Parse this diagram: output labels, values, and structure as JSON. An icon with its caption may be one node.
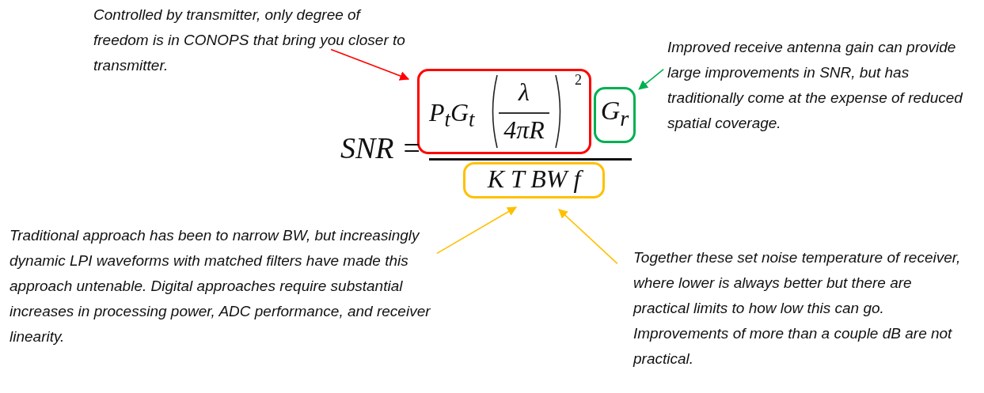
{
  "diagram": {
    "nodes": [
      {
        "text": [
          "Controlled by transmitter, only degree of freedom is in CONOPS that bring you closer to transmitter."
        ]
      },
      {
        "text": [
          "P$_{t}$G$_{t}$",
          "λ",
          "4πR",
          "2"
        ]
      },
      {
        "text": [
          "G$_{r}$"
        ]
      },
      {
        "text": [
          "K T BW f"
        ]
      },
      {
        "text": [
          "Improved receive antenna gain can provide large improvements in SNR, but has traditionally come at the expense of reduced spatial coverage."
        ]
      },
      {
        "text": [
          "Traditional approach has been to narrow BW, but increasingly dynamic LPI waveforms with matched filters have made this approach untenable.  Digital approaches require substantial increases in processing power, ADC performance, and receiver linearity."
        ]
      },
      {
        "text": [
          "Together these set noise temperature of receiver, where lower is always better but there are practical limits to how low this can go.  Improvements of more than a couple dB are not practical."
        ]
      }
    ],
    "edges": [
      {
        "from": 0,
        "to": 1,
        "arrow": "to",
        "color": "#ff0000"
      },
      {
        "from": 4,
        "to": 2,
        "arrow": "to",
        "color": "#00b050"
      },
      {
        "from": 5,
        "to": 3,
        "arrow": "to",
        "color": "#ffc000"
      },
      {
        "from": 6,
        "to": 3,
        "arrow": "to",
        "color": "#ffc000"
      }
    ],
    "labels": [
      "SNR ="
    ]
  }
}
